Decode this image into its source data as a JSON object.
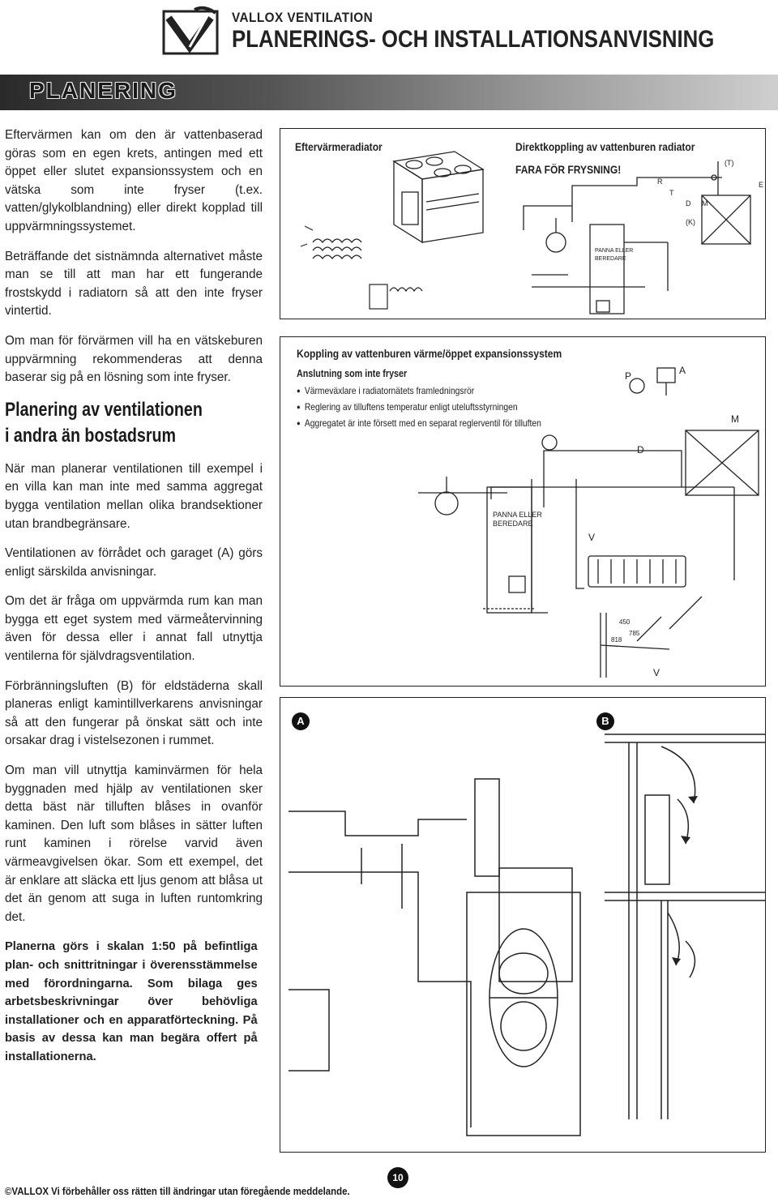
{
  "header": {
    "brand": "VALLOX VENTILATION",
    "title": "PLANERINGS- OCH  INSTALLATIONSANVISNING",
    "section": "PLANERING"
  },
  "body": {
    "p1": "Eftervärmen kan om den är vattenbaserad göras som en egen krets, antingen med ett öppet eller slutet expansionssystem och en vätska som inte fryser (t.ex. vatten/glykolblandning) eller direkt kopplad till uppvärmningssystemet.",
    "p2": "Beträffande det sistnämnda alternativet måste man se till att man har ett fungerande frostskydd i radiatorn så att den inte fryser vintertid.",
    "p3": "Om man för förvärmen vill ha en vätskeburen uppvärmning rekommenderas att denna baserar sig på en lösning som inte fryser.",
    "heading1": "Planering av ventilationen",
    "heading2": "i andra än bostadsrum",
    "p4": "När man planerar ventilationen till exempel i en villa kan man inte med samma aggregat bygga ventilation mellan olika brandsektioner utan brandbegränsare.",
    "p5": "Ventilationen av förrådet och garaget (A) görs enligt särskilda anvisningar.",
    "p6": "Om det är fråga om uppvärmda rum kan man bygga ett eget system med värmeåtervinning även för dessa eller i annat fall utnyttja ventilerna för självdragsventilation.",
    "p7": "Förbränningsluften (B) för eldstäderna skall planeras enligt kamintillverkarens anvisningar så att den fungerar på önskat sätt och inte orsakar drag i vistelsezonen i rummet.",
    "p8": "Om man vill utnyttja kaminvärmen för hela byggnaden med hjälp av ventilationen sker detta bäst när tilluften blåses in ovanför kaminen. Den luft som blåses in sätter luften runt kaminen i rörelse varvid även värmeavgivelsen ökar. Som ett exempel, det är enklare att släcka ett ljus genom att blåsa ut det än genom att suga in luften runtomkring det.",
    "p9": "Planerna görs i skalan 1:50 på befintliga plan- och snittritningar i överensstämmelse med förordningarna. Som bilaga ges arbetsbeskrivningar över behövliga installationer och en apparatförteckning. På basis av dessa kan man begära offert på installationerna."
  },
  "fig1": {
    "left_caption": "Eftervärmeradiator",
    "right_caption": "Direktkoppling av vattenburen radiator",
    "warning": "FARA FÖR FRYSNING!",
    "boiler_label_1": "PANNA ELLER",
    "boiler_label_2": "BEREDARE",
    "letters": [
      "(T)",
      "R",
      "T",
      "E",
      "D",
      "M",
      "(K)"
    ]
  },
  "fig2": {
    "title": "Koppling av vattenburen värme/öppet expansionssystem",
    "subtitle": "Anslutning som inte fryser",
    "bullets": [
      "Värmeväxlare i radiatornätets framledningsrör",
      "Reglering av tilluftens temperatur enligt uteluftsstyrningen",
      "Aggregatet är inte försett med en separat reglerventil för tilluften"
    ],
    "boiler_label_1": "PANNA ELLER",
    "boiler_label_2": "BEREDARE",
    "letters": [
      "A",
      "P",
      "M",
      "D",
      "V",
      "V"
    ],
    "dims": [
      "450",
      "785",
      "818"
    ]
  },
  "fig3": {
    "label_a": "A",
    "label_b": "B"
  },
  "footer": {
    "copyright": "©VALLOX Vi förbehåller oss rätten till ändringar utan föregående meddelande.",
    "page": "10"
  }
}
